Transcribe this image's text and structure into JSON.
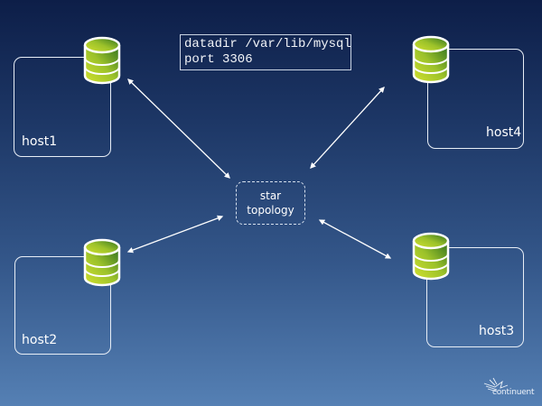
{
  "config": {
    "lines": [
      "datadir /var/lib/mysql",
      "port 3306"
    ]
  },
  "center": {
    "line1": "star",
    "line2": "topology"
  },
  "hosts": [
    {
      "label": "host1",
      "icon": "database-icon"
    },
    {
      "label": "host2",
      "icon": "database-icon"
    },
    {
      "label": "host3",
      "icon": "database-icon"
    },
    {
      "label": "host4",
      "icon": "database-icon"
    }
  ],
  "connections": [
    {
      "from": "host1",
      "to": "star topology",
      "style": "bidirectional-arrow"
    },
    {
      "from": "host4",
      "to": "star topology",
      "style": "bidirectional-arrow"
    },
    {
      "from": "host2",
      "to": "star topology",
      "style": "bidirectional-arrow"
    },
    {
      "from": "host3",
      "to": "star topology",
      "style": "bidirectional-arrow"
    }
  ],
  "logo": {
    "text": "continuent"
  },
  "colors": {
    "db_light": "#c8dc2c",
    "db_dark": "#2f7a22",
    "line": "#ffffff"
  }
}
